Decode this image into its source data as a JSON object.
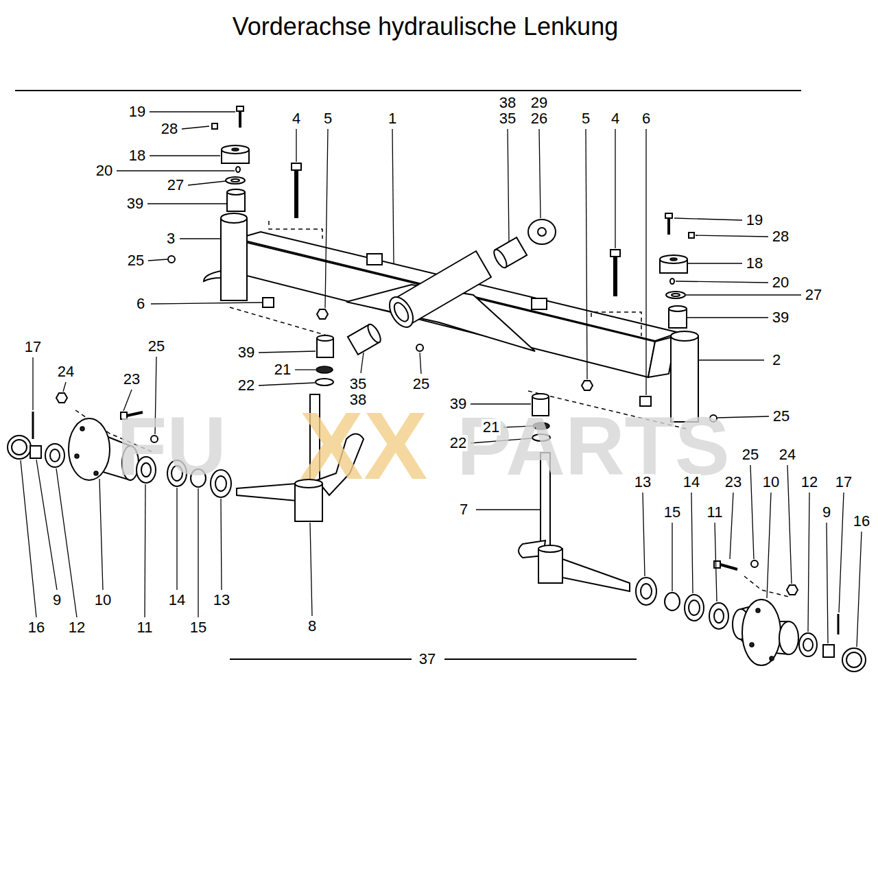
{
  "diagram": {
    "title": "Vorderachse hydraulische Lenkung",
    "labels": [
      "19",
      "28",
      "18",
      "20",
      "27",
      "39",
      "3",
      "25",
      "6",
      "4",
      "5",
      "1",
      "38",
      "35",
      "29",
      "26",
      "5",
      "4",
      "6",
      "19",
      "28",
      "18",
      "20",
      "27",
      "39",
      "2",
      "25",
      "39",
      "21",
      "22",
      "35",
      "38",
      "25",
      "39",
      "21",
      "22",
      "17",
      "24",
      "25",
      "23",
      "16",
      "9",
      "12",
      "10",
      "11",
      "14",
      "15",
      "13",
      "8",
      "7",
      "13",
      "14",
      "15",
      "11",
      "23",
      "25",
      "24",
      "10",
      "12",
      "17",
      "9",
      "16",
      "37",
      "FU",
      "XX",
      "PARTS"
    ]
  }
}
